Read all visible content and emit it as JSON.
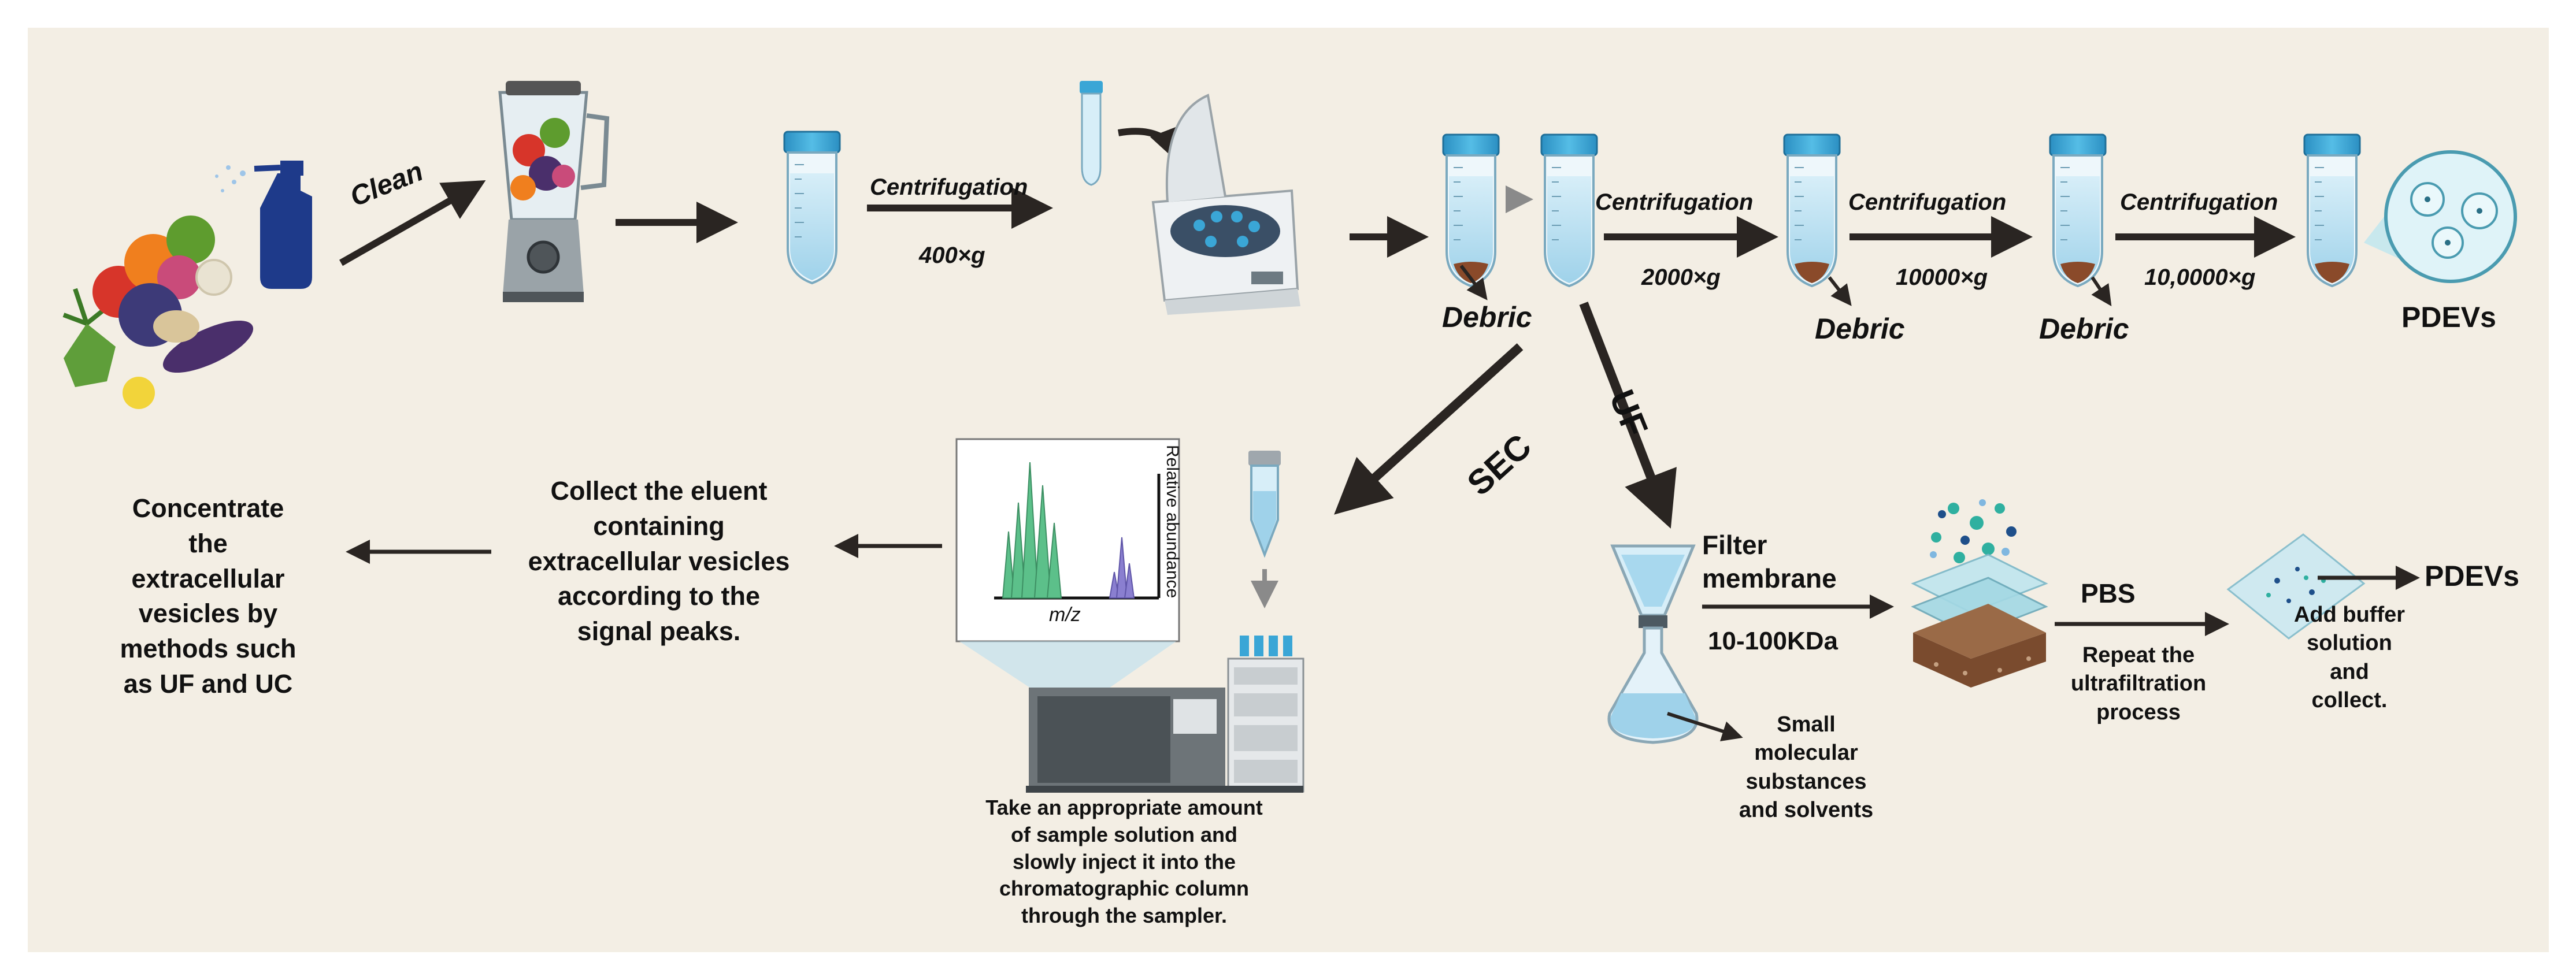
{
  "top_row": {
    "clean": "Clean",
    "centrifugation_1": "Centrifugation",
    "speed_1": "400×g",
    "centrifugation_2": "Centrifugation",
    "speed_2": "2000×g",
    "centrifugation_3": "Centrifugation",
    "speed_3": "10000×g",
    "centrifugation_4": "Centrifugation",
    "speed_4": "10,0000×g",
    "debris_1": "Debric",
    "debris_2": "Debric",
    "debris_3": "Debric",
    "product": "PDEVs"
  },
  "branches": {
    "sec": "SEC",
    "uf": "UF"
  },
  "sec_path": {
    "concentrate": [
      "Concentrate",
      "the",
      "extracellular",
      "vesicles by",
      "methods such",
      "as UF and UC"
    ],
    "collect": [
      "Collect the eluent",
      "containing",
      "extracellular vesicles",
      "according to the",
      "signal peaks."
    ],
    "chromatogram_xlabel": "m/z",
    "chromatogram_ylabel": "Relative abundance",
    "inject": [
      "Take an appropriate amount",
      "of sample solution and",
      "slowly inject it into the",
      "chromatographic column",
      "through the sampler."
    ]
  },
  "uf_path": {
    "filter_title": [
      "Filter",
      "membrane"
    ],
    "filter_range": "10-100KDa",
    "small_molecules": [
      "Small",
      "molecular",
      "substances",
      "and solvents"
    ],
    "pbs": "PBS",
    "repeat": [
      "Repeat the",
      "ultrafiltration",
      "process"
    ],
    "add_buffer": [
      "Add buffer",
      "solution",
      "and",
      "collect."
    ],
    "product": "PDEVs"
  },
  "colors": {
    "background": "#f3eee4",
    "tube_cap": "#3aa6d6",
    "liquid": "#bfe3f2",
    "arrow": "#2a2522",
    "pellet": "#8a4a2a"
  }
}
